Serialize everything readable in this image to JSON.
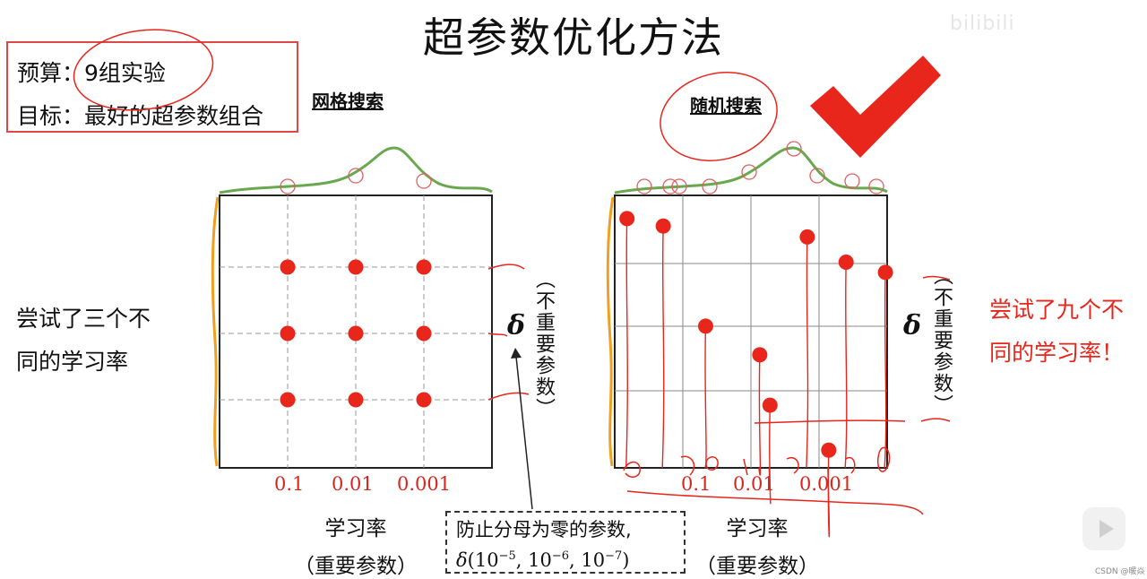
{
  "title": "超参数优化方法",
  "watermark": "bilibili",
  "budget": {
    "label": "预算：",
    "value": "9组实验"
  },
  "goal": {
    "label": "目标：",
    "value": "最好的超参数组合"
  },
  "grid_search": {
    "title": "网格搜索",
    "side_text": [
      "尝试了三个不",
      "同的学习率"
    ],
    "x_ticks": [
      "0.1",
      "0.01",
      "0.001"
    ],
    "x_caption": [
      "学习率",
      "（重要参数）"
    ],
    "y_symbol": "δ",
    "y_caption": "（不重要参数）",
    "points": [
      {
        "x": 1,
        "y": 1
      },
      {
        "x": 2,
        "y": 1
      },
      {
        "x": 3,
        "y": 1
      },
      {
        "x": 1,
        "y": 2
      },
      {
        "x": 2,
        "y": 2
      },
      {
        "x": 3,
        "y": 2
      },
      {
        "x": 1,
        "y": 3
      },
      {
        "x": 2,
        "y": 3
      },
      {
        "x": 3,
        "y": 3
      }
    ]
  },
  "random_search": {
    "title": "随机搜索",
    "side_text": [
      "尝试了九个不",
      "同的学习率！"
    ],
    "x_ticks": [
      "0.1",
      "0.01",
      "0.001"
    ],
    "x_caption": [
      "学习率",
      "（重要参数）"
    ],
    "y_symbol": "δ",
    "y_caption": "（不重要参数）",
    "points": [
      {
        "x": 0.24,
        "y": 0.34
      },
      {
        "x": 0.95,
        "y": 0.45
      },
      {
        "x": 1.78,
        "y": 1.92
      },
      {
        "x": 2.84,
        "y": 2.34
      },
      {
        "x": 3.04,
        "y": 3.08
      },
      {
        "x": 3.77,
        "y": 0.61
      },
      {
        "x": 4.19,
        "y": 3.74
      },
      {
        "x": 4.53,
        "y": 0.98
      },
      {
        "x": 5.3,
        "y": 1.13
      }
    ]
  },
  "note": {
    "line1": "防止分母为零的参数,",
    "delta": "δ",
    "values": [
      "10",
      "10",
      "10"
    ],
    "exponents": [
      "−5",
      "−6",
      "−7"
    ]
  },
  "colors": {
    "accent_red": "#e8261c",
    "curve_green": "#6aa84f",
    "curve_orange": "#f0a020",
    "box_red": "#e04848"
  },
  "csdn_mark": "CSDN @暖焱"
}
